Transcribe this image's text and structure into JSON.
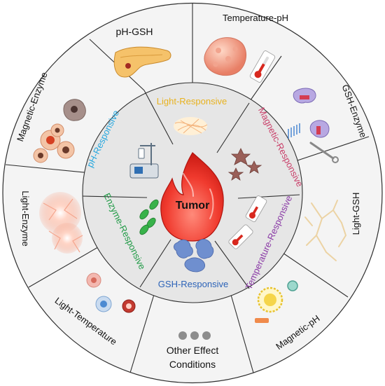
{
  "center": {
    "title": "Tumor"
  },
  "inner_ring": [
    {
      "label": "Light-Responsive",
      "color": "#e8b21f"
    },
    {
      "label": "Magnetic-Responsive",
      "color": "#c9406a"
    },
    {
      "label": "Temperature-Responsive",
      "color": "#8a3aa6"
    },
    {
      "label": "GSH-Responsive",
      "color": "#2c63b8"
    },
    {
      "label": "Enzyme-Responsive",
      "color": "#1f9a45"
    },
    {
      "label": "pH-Responsive",
      "color": "#27a8df"
    }
  ],
  "outer_ring": [
    {
      "label": "pH-GSH"
    },
    {
      "label": "Temperature-pH"
    },
    {
      "label": "GSH-Enzyme"
    },
    {
      "label": "Light-GSH"
    },
    {
      "label": "Magnetic-pH"
    },
    {
      "label": "Other Effect"
    },
    {
      "label": "Conditions"
    },
    {
      "label": "Light-Temperature"
    },
    {
      "label": "Light-Enzyme"
    },
    {
      "label": "Magnetic-Enzyme"
    }
  ],
  "icons": [
    "pancreas-icon",
    "tumor-tissue-icon",
    "thermometer-icon",
    "enzyme-icon",
    "nanowire-icon",
    "nanoparticle-icon",
    "cell-cluster-icon",
    "cell-icon",
    "bacteria-icon",
    "lab-instrument-icon",
    "fire-icon",
    "star-particle-icon",
    "protein-icon",
    "dots-icon"
  ],
  "colors": {
    "outer_fill": "#f4f4f4",
    "inner_fill": "#e6e6e6",
    "divider": "#2f2f2f",
    "flame_red": "#e8231f",
    "flame_light": "#ff6a5a"
  }
}
